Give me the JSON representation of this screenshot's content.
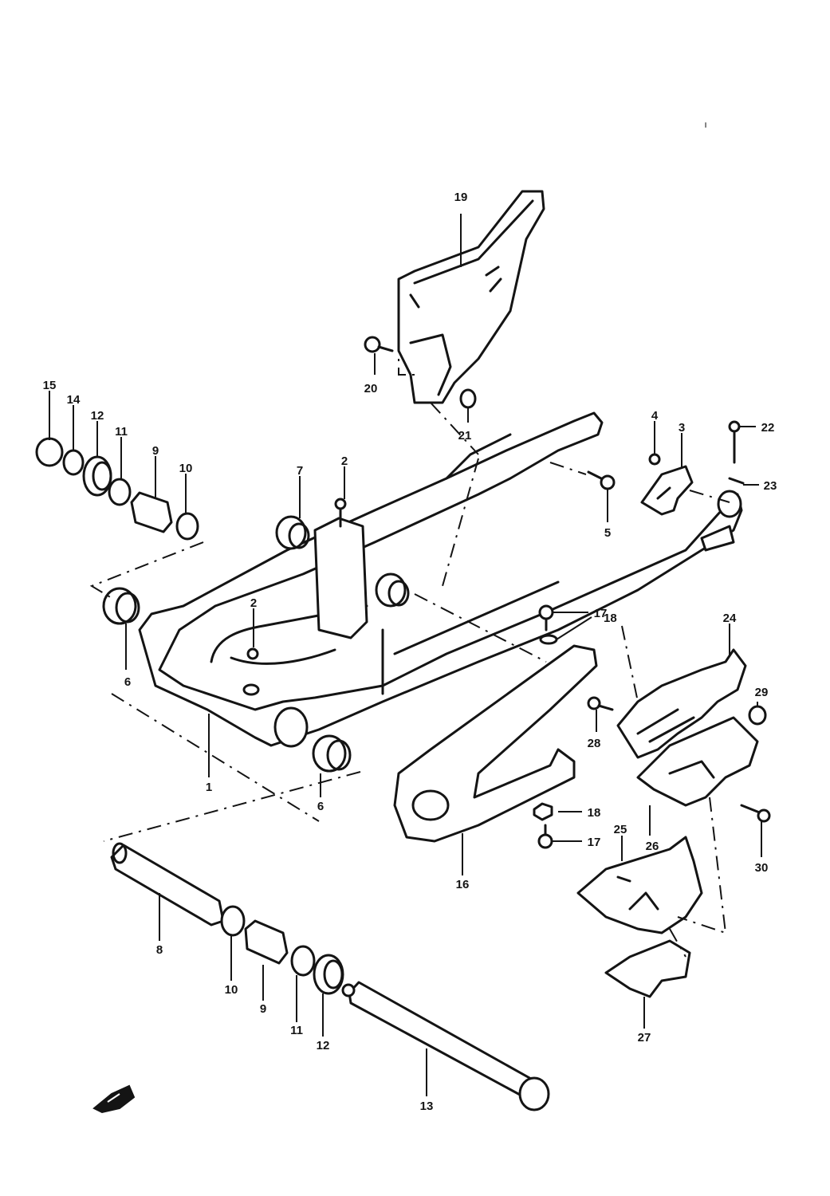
{
  "diagram": {
    "callouts": [
      "1",
      "2",
      "2",
      "3",
      "4",
      "5",
      "6",
      "6",
      "7",
      "8",
      "9",
      "9",
      "10",
      "10",
      "11",
      "11",
      "12",
      "12",
      "13",
      "14",
      "15",
      "16",
      "17",
      "17",
      "18",
      "18",
      "19",
      "20",
      "21",
      "22",
      "23",
      "24",
      "25",
      "26",
      "27",
      "28",
      "29",
      "30"
    ],
    "stray_mark": "ı"
  }
}
